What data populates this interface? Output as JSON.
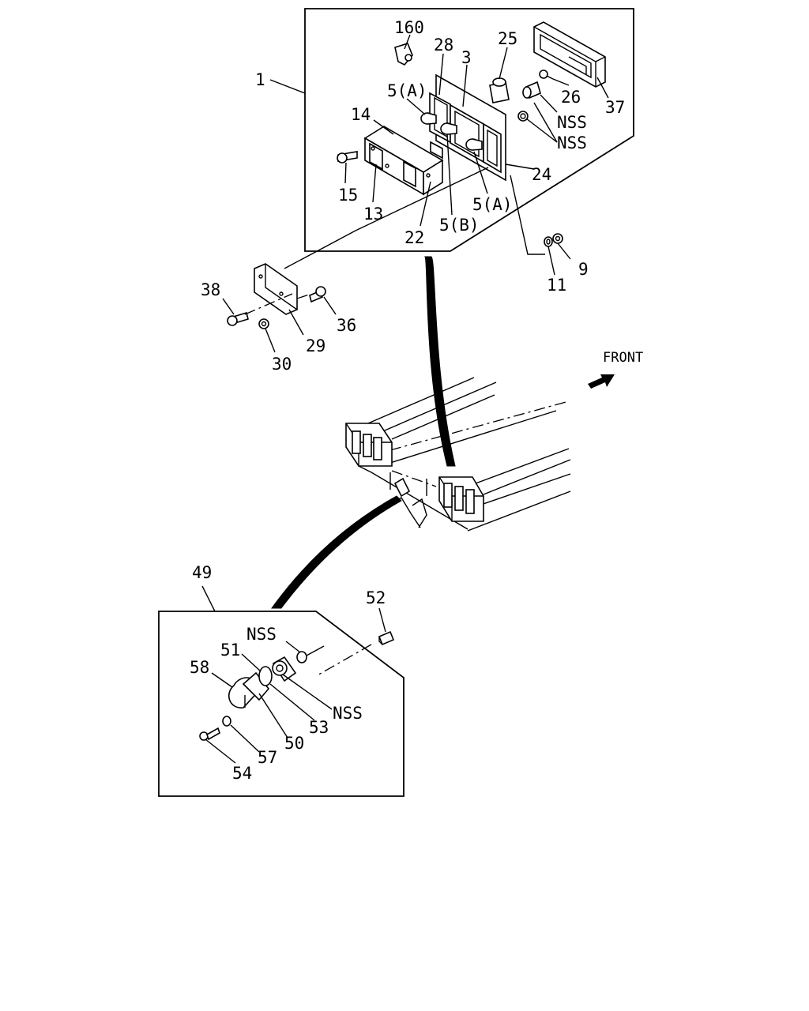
{
  "diagram": {
    "front_label": "FRONT",
    "labels": {
      "p1": "1",
      "p160": "160",
      "p28": "28",
      "p3": "3",
      "p25": "25",
      "p37": "37",
      "p26": "26",
      "nss_a": "NSS",
      "nss_b": "NSS",
      "p5a_top": "5(A)",
      "p14": "14",
      "p24": "24",
      "p15": "15",
      "p13": "13",
      "p5a_bottom": "5(A)",
      "p5b": "5(B)",
      "p22": "22",
      "p9": "9",
      "p11": "11",
      "p38": "38",
      "p36": "36",
      "p29": "29",
      "p30": "30",
      "p49": "49",
      "p52": "52",
      "nss_c": "NSS",
      "p51": "51",
      "p58": "58",
      "nss_d": "NSS",
      "p53": "53",
      "p50": "50",
      "p57": "57",
      "p54": "54"
    }
  }
}
